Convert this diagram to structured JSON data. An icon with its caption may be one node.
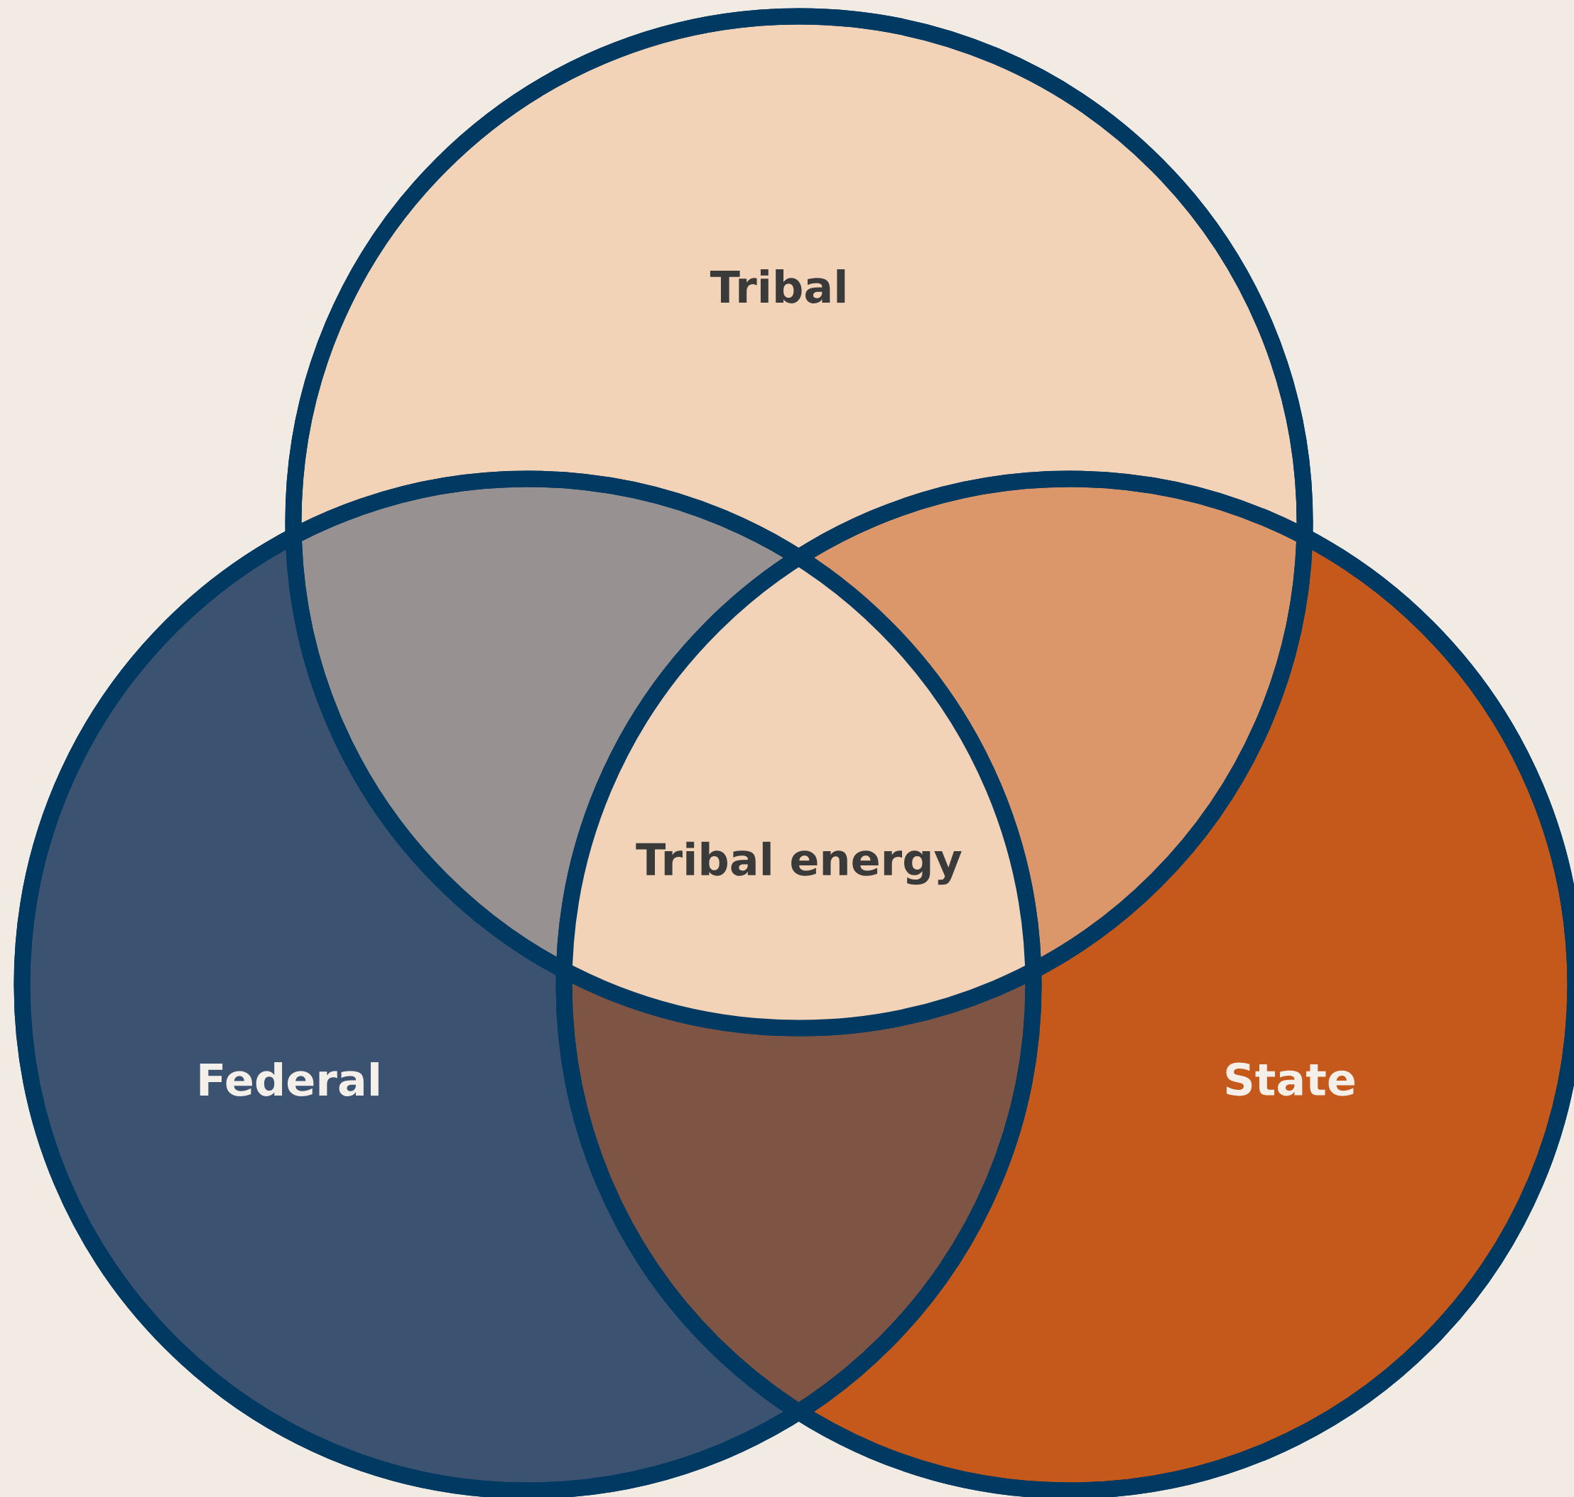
{
  "diagram": {
    "nodes": [
      {
        "text": [
          "Tribal"
        ]
      },
      {
        "text": [
          "Federal"
        ]
      },
      {
        "text": [
          "State"
        ]
      },
      {
        "text": [
          "Tribal energy"
        ]
      }
    ]
  }
}
